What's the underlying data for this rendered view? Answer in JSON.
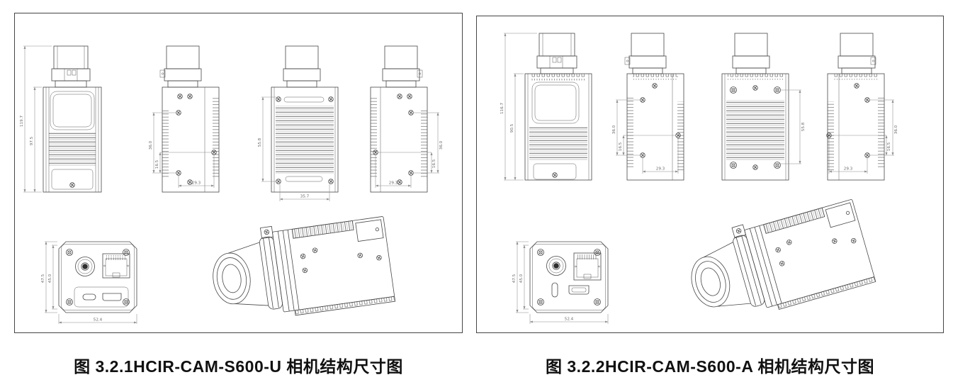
{
  "figure": {
    "panels": [
      {
        "caption": "图 3.2.1HCIR-CAM-S600-U 相机结构尺寸图",
        "front": {
          "overall_height": "119.7",
          "body_height": "97.5"
        },
        "side_left": {
          "hole_span": "36.0",
          "hole_offset": "16.5",
          "hole_pitch": "29.3"
        },
        "back": {
          "slot_span": "55.8",
          "hole_pitch": "35.7"
        },
        "side_right": {
          "hole_span": "36.0",
          "hole_offset": "16.5",
          "hole_pitch": "29.3"
        },
        "rear": {
          "outer_height": "47.5",
          "inner_height": "45.0",
          "width": "52.4"
        }
      },
      {
        "caption": "图 3.2.2HCIR-CAM-S600-A 相机结构尺寸图",
        "front": {
          "overall_height": "116.7",
          "body_height": "90.5"
        },
        "side_left": {
          "hole_span": "36.0",
          "hole_offset": "16.5",
          "hole_pitch": "29.3"
        },
        "back": {
          "slot_span": "55.8"
        },
        "side_right": {
          "hole_span": "36.0",
          "hole_offset": "16.5",
          "hole_pitch": "29.3"
        },
        "rear": {
          "outer_height": "47.5",
          "inner_height": "45.0",
          "width": "52.4"
        }
      }
    ],
    "colors": {
      "line": "#474747",
      "dim_line": "#8a8a8a",
      "dim_text": "#6a6a6a",
      "caption_text": "#111111",
      "background": "#ffffff"
    }
  }
}
